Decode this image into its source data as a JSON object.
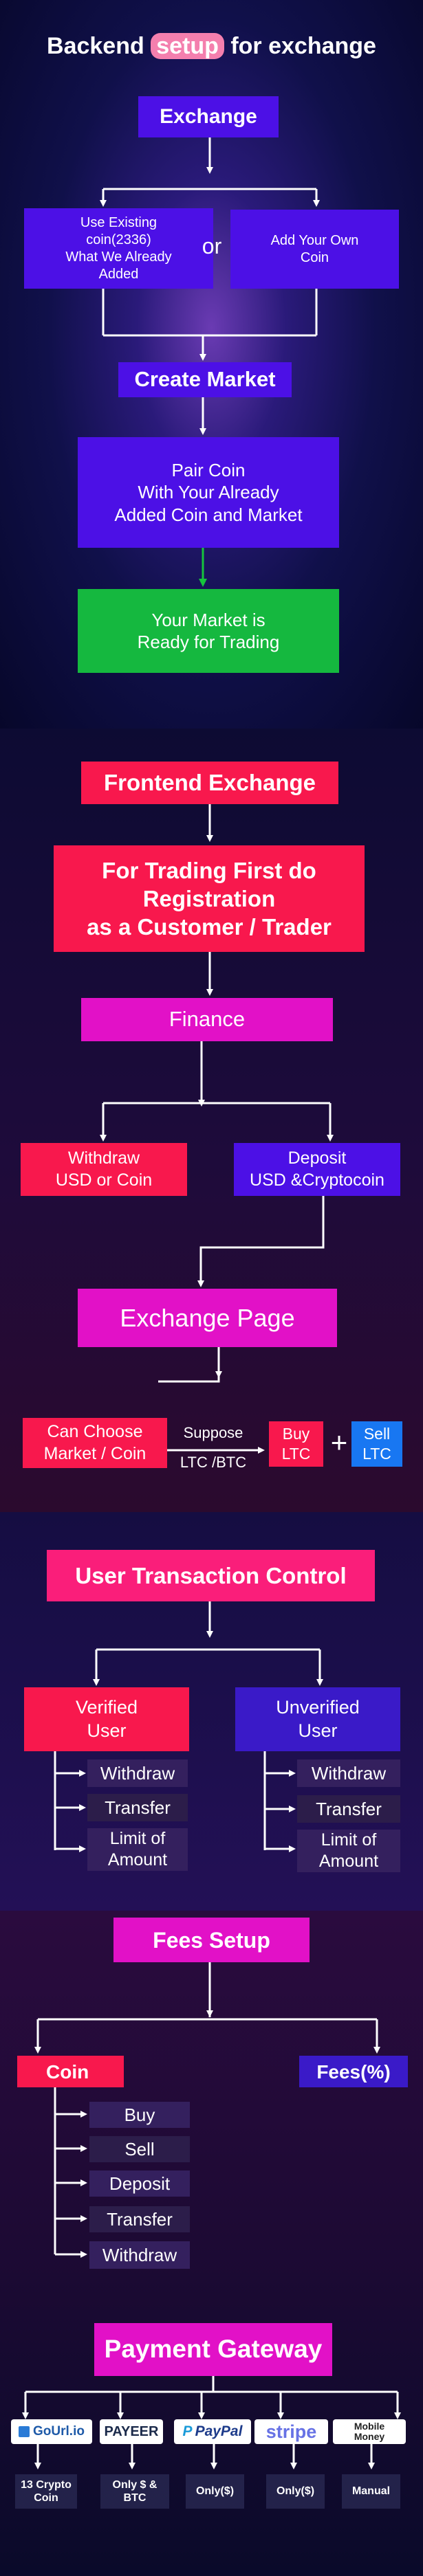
{
  "backend": {
    "title_pre": "Backend ",
    "title_highlight": "setup",
    "title_post": " for exchange",
    "exchange": "Exchange",
    "use_existing": "Use Existing\ncoin(2336)\nWhat We Already\nAdded",
    "or": "or",
    "add_own": "Add Your Own\nCoin",
    "create_market": "Create Market",
    "pair_coin": "Pair Coin\nWith Your Already\nAdded Coin and Market",
    "ready": "Your Market is\nReady for Trading"
  },
  "frontend": {
    "title": "Frontend Exchange",
    "registration": "For Trading First do\nRegistration\nas a Customer / Trader",
    "finance": "Finance",
    "withdraw": "Withdraw\nUSD or Coin",
    "deposit": "Deposit\nUSD &Cryptocoin",
    "exchange_page": "Exchange Page",
    "choose_market": "Can Choose\nMarket / Coin",
    "suppose_top": "Suppose",
    "suppose_bottom": "LTC /BTC",
    "buy": "Buy\nLTC",
    "plus": "+",
    "sell": "Sell\nLTC"
  },
  "user_control": {
    "title": "User Transaction Control",
    "verified": "Verified\nUser",
    "unverified": "Unverified\nUser",
    "verified_items": [
      "Withdraw",
      "Transfer",
      "Limit of\nAmount"
    ],
    "unverified_items": [
      "Withdraw",
      "Transfer",
      "Limit of\nAmount"
    ]
  },
  "fees": {
    "title": "Fees Setup",
    "coin": "Coin",
    "fees": "Fees(%)",
    "items": [
      "Buy",
      "Sell",
      "Deposit",
      "Transfer",
      "Withdraw"
    ]
  },
  "payment": {
    "title": "Payment Gateway",
    "gateways": [
      {
        "logo": "GoUrl.io",
        "caption": "13 Crypto\nCoin"
      },
      {
        "logo": "PAYEER",
        "caption": "Only $ & BTC"
      },
      {
        "logo": "PayPal",
        "caption": "Only($)"
      },
      {
        "logo": "stripe",
        "caption": "Only($)"
      },
      {
        "logo": "Mobile\nMoney",
        "caption": "Manual"
      }
    ]
  },
  "colors": {
    "purple": "#4c10e6",
    "green": "#15b83f",
    "red": "#f8184d",
    "magenta": "#e211c7",
    "blue": "#1877f2"
  }
}
